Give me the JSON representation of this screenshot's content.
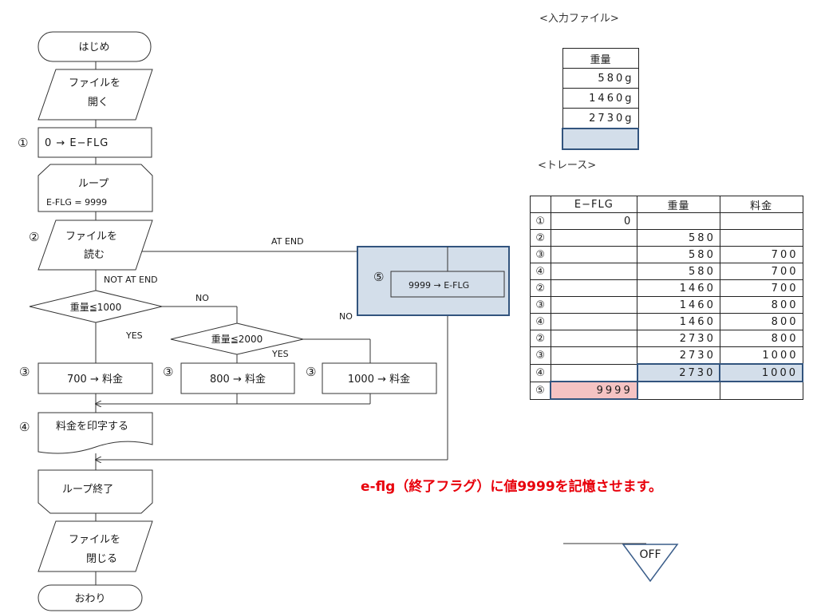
{
  "flowchart": {
    "start": "はじめ",
    "open_file": [
      "ファイルを",
      "開く"
    ],
    "init": "0 → E−FLG",
    "loop_start": [
      "ループ",
      "E-FLG = 9999"
    ],
    "read_file": [
      "ファイルを",
      "読む"
    ],
    "at_end": "AT END",
    "not_at_end": "NOT AT END",
    "eof_set": "9999 → E-FLG",
    "cond1": "重量≦1000",
    "cond2": "重量≦2000",
    "no": "NO",
    "yes": "YES",
    "fee700": "700 → 料金",
    "fee800": "800 → 料金",
    "fee1000": "1000 → 料金",
    "print": "料金を印字する",
    "loop_end": "ループ終了",
    "close_file": [
      "ファイルを",
      "閉じる"
    ],
    "end": "おわり",
    "step_marks": [
      "①",
      "②",
      "③",
      "③",
      "③",
      "④",
      "⑤"
    ]
  },
  "input_file": {
    "title": "<入力ファイル>",
    "header": "重量",
    "rows": [
      "580g",
      "1460g",
      "2730g",
      ""
    ]
  },
  "trace": {
    "title": "<トレース>",
    "headers": [
      "",
      "E−FLG",
      "重量",
      "料金"
    ],
    "rows": [
      [
        "①",
        "0",
        "",
        ""
      ],
      [
        "②",
        "",
        "580",
        ""
      ],
      [
        "③",
        "",
        "580",
        "700"
      ],
      [
        "④",
        "",
        "580",
        "700"
      ],
      [
        "②",
        "",
        "1460",
        "700"
      ],
      [
        "③",
        "",
        "1460",
        "800"
      ],
      [
        "④",
        "",
        "1460",
        "800"
      ],
      [
        "②",
        "",
        "2730",
        "800"
      ],
      [
        "③",
        "",
        "2730",
        "1000"
      ],
      [
        "④",
        "",
        "2730",
        "1000"
      ],
      [
        "⑤",
        "9999",
        "",
        ""
      ]
    ]
  },
  "message": "e-flg（終了フラグ）に値9999を記憶させます。",
  "toggle": {
    "label": "OFF"
  },
  "colors": {
    "highlight_fill": "#d3deea",
    "highlight_border": "#32547e",
    "pink_fill": "#f5c3c3",
    "message": "#e8000b"
  }
}
